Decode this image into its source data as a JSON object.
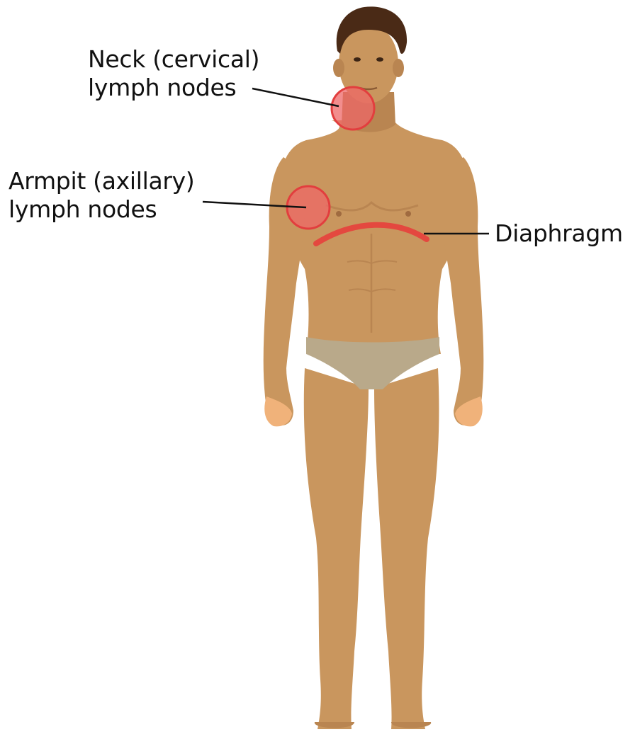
{
  "labels": {
    "neck": {
      "line1": "Neck (cervical)",
      "line2": "lymph nodes"
    },
    "armpit": {
      "line1": "Armpit (axillary)",
      "line2": "lymph nodes"
    },
    "diaphragm": {
      "text": "Diaphragm"
    }
  },
  "colors": {
    "skin": "#c9965e",
    "skin_shadow": "#b98551",
    "hair": "#4a2a16",
    "underwear": "#b9a98a",
    "highlight_fill": "#ee6767",
    "highlight_stroke": "#e23e3e",
    "diaphragm": "#e4483f",
    "leader_line": "#111111"
  }
}
